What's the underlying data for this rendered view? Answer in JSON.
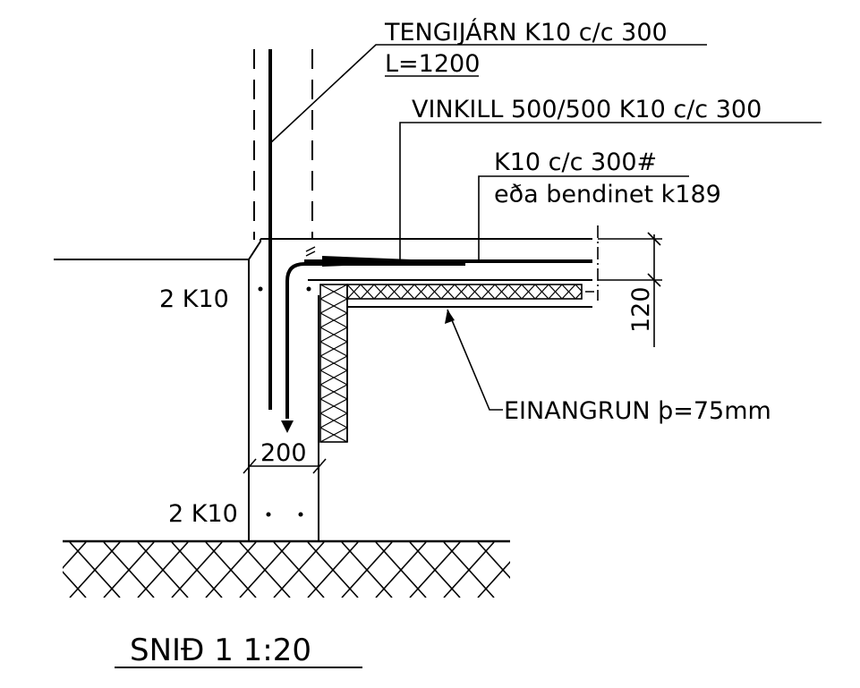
{
  "labels": {
    "tengijarn_line1": "TENGIJÁRN K10 c/c 300",
    "tengijarn_line2": "L=1200",
    "vinkill": "VINKILL 500/500 K10 c/c 300",
    "k10_mesh_line1": "K10 c/c 300#",
    "k10_mesh_line2": "eða bendinet k189",
    "bars_upper": "2 K10",
    "bars_lower": "2 K10",
    "einangrun": "EINANGRUN þ=75mm",
    "dim_width": "200",
    "dim_thickness": "120"
  },
  "title": "SNIÐ 1 1:20",
  "colors": {
    "ink": "#000000",
    "paper": "#ffffff"
  }
}
